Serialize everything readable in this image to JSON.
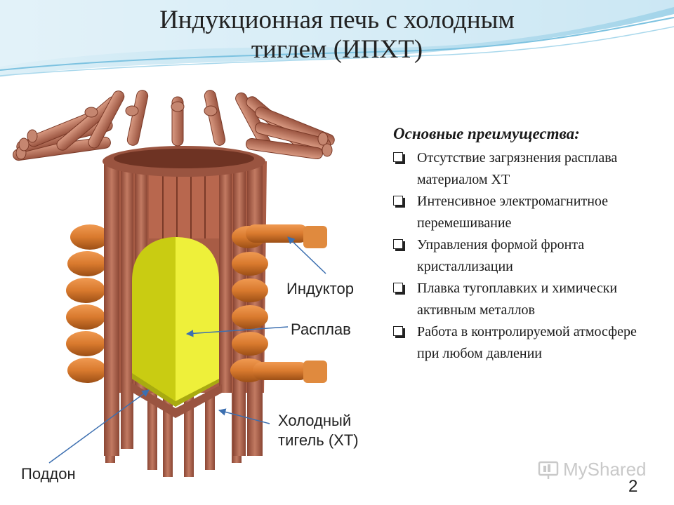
{
  "slide": {
    "title_line1": "Индукционная печь с холодным",
    "title_line2": "тиглем (ИПХТ)",
    "page_number": "2",
    "accent_color": "#6fb8d8"
  },
  "diagram": {
    "labels": {
      "inductor": "Индуктор",
      "melt": "Расплав",
      "cold_crucible_line1": "Холодный",
      "cold_crucible_line2": "тигель (ХТ)",
      "tray": "Поддон"
    },
    "colors": {
      "copper": "#b8674e",
      "copper_dark": "#8a4634",
      "coil": "#d97a2e",
      "melt": "#dde01a",
      "arrow": "#3c6fb0"
    }
  },
  "advantages": {
    "title": "Основные преимущества:",
    "items": [
      "Отсутствие загрязнения расплава материалом ХТ",
      "Интенсивное электромагнитное перемешивание",
      "Управления формой фронта кристаллизации",
      "Плавка тугоплавких и химически активным металлов",
      "Работа в контролируемой атмосфере при любом давлении"
    ]
  },
  "watermark": {
    "text": "MyShared",
    "icon": "presentation-icon"
  }
}
